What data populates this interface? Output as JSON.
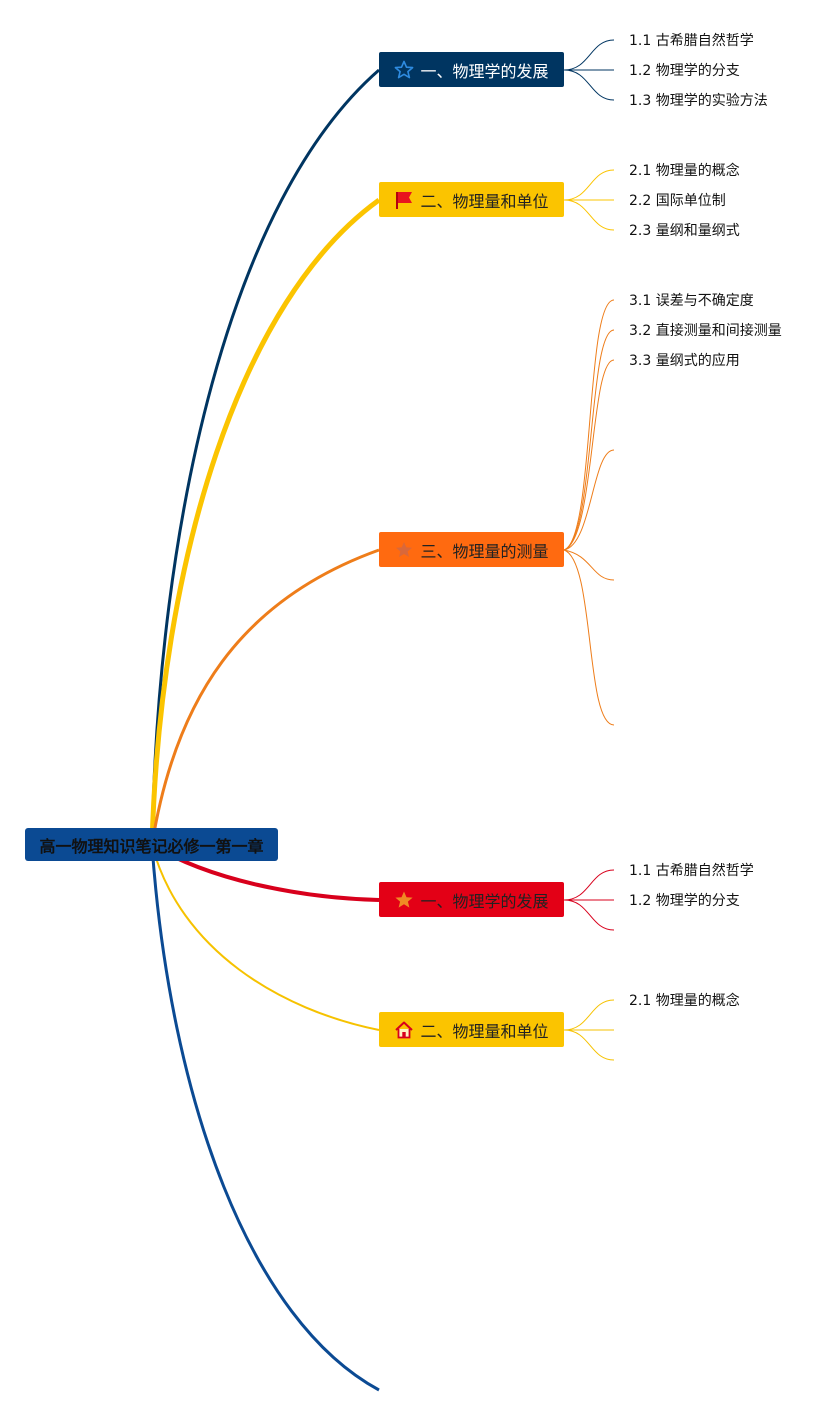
{
  "root": {
    "label": "高一物理知识笔记必修一第一章"
  },
  "branches": [
    {
      "label": "一、物理学的发展",
      "icon": "star-outline-icon",
      "color": "#003561",
      "edge_color": "#003561",
      "children": [
        "1.1 古希腊自然哲学",
        "1.2 物理学的分支",
        "1.3 物理学的实验方法"
      ]
    },
    {
      "label": "二、物理量和单位",
      "icon": "red-flag-icon",
      "color": "#fbc400",
      "edge_color": "#fbc400",
      "children": [
        "2.1 物理量的概念",
        "2.2 国际单位制",
        "2.3 量纲和量纲式"
      ]
    },
    {
      "label": "三、物理量的测量",
      "icon": "dim-star-icon",
      "color": "#ff6a10",
      "edge_color": "#ee7d1a",
      "children": [
        "3.1 误差与不确定度",
        "3.2 直接测量和间接测量",
        "3.3 量纲式的应用"
      ]
    },
    {
      "label": "一、物理学的发展",
      "icon": "orange-star-icon",
      "color": "#e30016",
      "edge_color": "#d8001c",
      "children": [
        "1.1 古希腊自然哲学",
        "1.2 物理学的分支"
      ]
    },
    {
      "label": "二、物理量和单位",
      "icon": "house-icon",
      "color": "#fbc400",
      "edge_color": "#f6c200",
      "children": [
        "2.1 物理量的概念"
      ]
    }
  ],
  "tail_edge_color": "#0b4a93"
}
